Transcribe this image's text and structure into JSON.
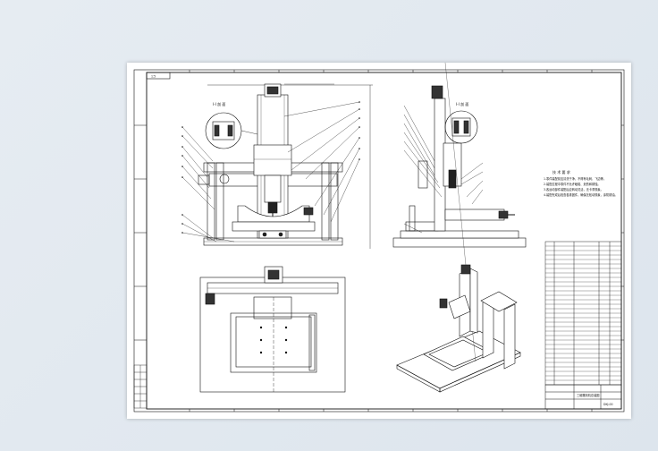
{
  "drawing": {
    "corner_tag": "1:5",
    "section_label_front": "I-I 剖 面",
    "section_label_side": "I-I 剖 面",
    "notes_title": "技 术 要 求",
    "notes": [
      "1.零件装配前应清洗干净，不得有毛刺、飞边等。",
      "2.装配过程中零件不允许磕碰、划伤和锈蚀。",
      "3.各运动部件装配后应转动灵活，无卡滞现象。",
      "4.装配完成后检查各紧固件，确保无松动现象，涂防锈油。"
    ],
    "title_block": {
      "drawing_name": "三维雕刻机总装图",
      "drawing_no": "DKJ-00"
    }
  },
  "colors": {
    "viewer_bg": "#e3e9ef",
    "sheet": "#ffffff",
    "ink": "#111111"
  }
}
